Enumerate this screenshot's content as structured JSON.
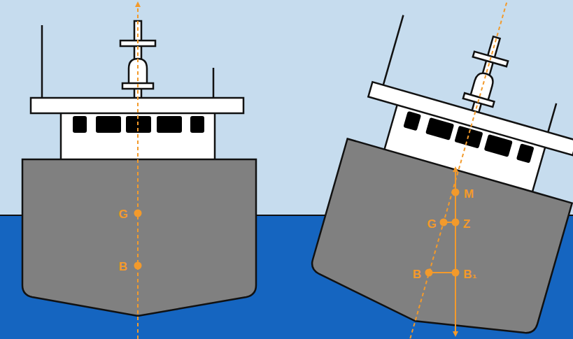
{
  "diagram": {
    "labels": [
      "G",
      "B",
      "M",
      "G",
      "Z",
      "B",
      "B₁"
    ]
  }
}
